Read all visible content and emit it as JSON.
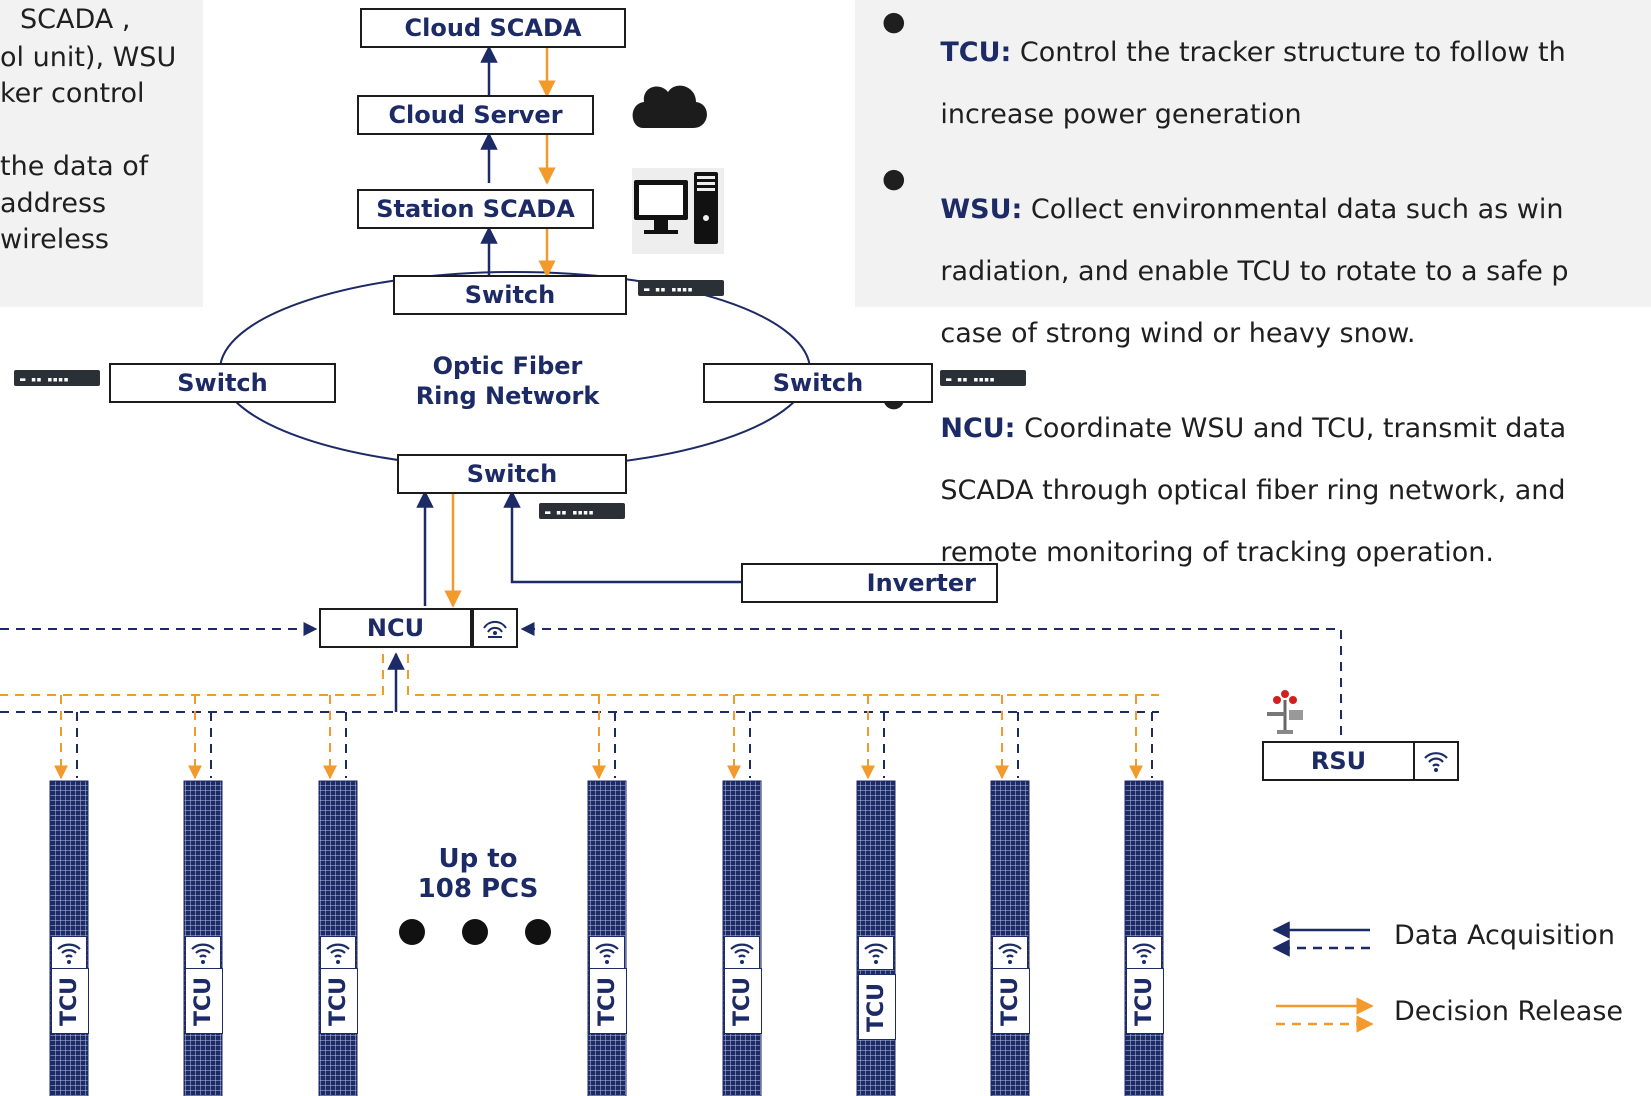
{
  "left_note": {
    "lines": [
      "SCADA ,",
      "ol unit), WSU",
      "ker control",
      "",
      "the data of",
      "address",
      "wireless"
    ]
  },
  "right_note": {
    "items": [
      {
        "term": "TCU:",
        "text": " Control the tracker structure to follow th",
        "cont": [
          "increase power generation"
        ]
      },
      {
        "term": "WSU:",
        "text": " Collect environmental data such as win",
        "cont": [
          "radiation, and enable TCU to rotate to a safe p",
          "case of strong wind or heavy snow."
        ]
      },
      {
        "term": "NCU:",
        "text": " Coordinate WSU and TCU, transmit data",
        "cont": [
          "SCADA through optical fiber ring network, and",
          "remote monitoring of tracking operation."
        ]
      }
    ]
  },
  "nodes": {
    "cloud_scada": "Cloud SCADA",
    "cloud_server": "Cloud Server",
    "station_scada": "Station SCADA",
    "switch_top": "Switch",
    "switch_left": "Switch",
    "switch_right": "Switch",
    "switch_bottom": "Switch",
    "ring_label": [
      "Optic Fiber",
      "Ring Network"
    ],
    "inverter": "Inverter",
    "ncu": "NCU",
    "rsu": "RSU",
    "tcu": "TCU",
    "count_label": [
      "Up to",
      "108 PCS"
    ]
  },
  "legend": {
    "data_acquisition": "Data Acquisition",
    "decision_release": "Decision Release"
  },
  "colors": {
    "navy": "#1c2a66",
    "orange": "#f39a2c",
    "panel": "#f2f2f2"
  }
}
